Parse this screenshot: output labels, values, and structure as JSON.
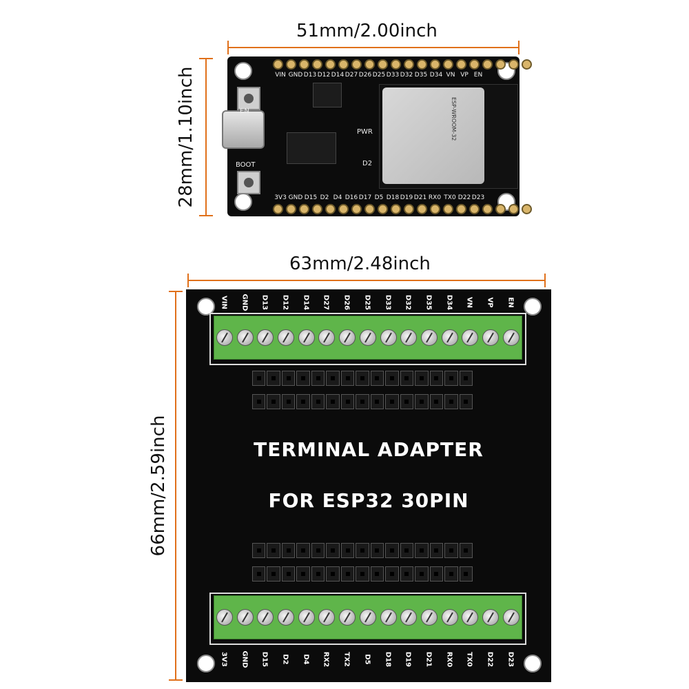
{
  "dimensions": {
    "esp_width": "51mm/2.00inch",
    "esp_height": "28mm/1.10inch",
    "adapter_width": "63mm/2.48inch",
    "adapter_height": "66mm/2.59inch"
  },
  "esp_board": {
    "top_pins": [
      "VIN",
      "GND",
      "D13",
      "D12",
      "D14",
      "D27",
      "D26",
      "D25",
      "D33",
      "D32",
      "D35",
      "D34",
      "VN",
      "VP",
      "EN"
    ],
    "bottom_pins": [
      "3V3",
      "GND",
      "D15",
      "D2",
      "D4",
      "D16",
      "D17",
      "D5",
      "D18",
      "D19",
      "D21",
      "RX0",
      "TX0",
      "D22",
      "D23"
    ],
    "button_en": "EN",
    "button_boot": "BOOT",
    "led_pwr": "PWR",
    "led_d2": "D2",
    "module_name": "ESP-WROOM-32"
  },
  "adapter": {
    "title_line1": "TERMINAL ADAPTER",
    "title_line2": "FOR ESP32 30PIN",
    "top_labels": [
      "VIN",
      "GND",
      "D13",
      "D12",
      "D14",
      "D27",
      "D26",
      "D25",
      "D33",
      "D32",
      "D35",
      "D34",
      "VN",
      "VP",
      "EN"
    ],
    "bottom_labels": [
      "3V3",
      "GND",
      "D15",
      "D2",
      "D4",
      "RX2",
      "TX2",
      "D5",
      "D18",
      "D19",
      "D21",
      "RX0",
      "TX0",
      "D22",
      "D23"
    ]
  },
  "colors": {
    "dimension_line": "#e0701a",
    "terminal_green": "#5fb54a",
    "pcb_black": "#0b0b0b"
  }
}
